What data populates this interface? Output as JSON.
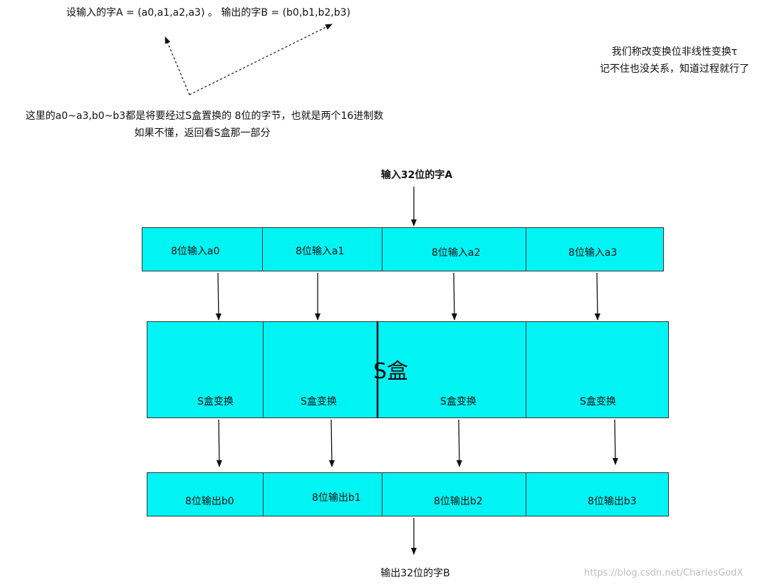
{
  "notes": {
    "def_line": "设输入的字A = (a0,a1,a2,a3) 。 输出的字B = (b0,b1,b2,b3)",
    "explain_1": "这里的a0~a3,b0~b3都是将要经过S盒置换的 8位的字节，也就是两个16进制数",
    "explain_2": "如果不懂，返回看S盒那一部分",
    "tau_1": "我们称改变换位非线性变换τ",
    "tau_2": "记不住也没关系，知道过程就行了"
  },
  "diagram": {
    "input_word": "输入32位的字A",
    "output_word": "输出32位的字B",
    "inputs": [
      "8位输入a0",
      "8位输入a1",
      "8位输入a2",
      "8位输入a3"
    ],
    "sbox_title": "S盒",
    "sbox_cells": [
      "S盒变换",
      "S盒变换",
      "S盒变换",
      "S盒变换"
    ],
    "outputs": [
      "8位输出b0",
      "8位输出b1",
      "8位输出b2",
      "8位输出b3"
    ],
    "fill_color": "#00f4f4"
  },
  "watermark": "https://blog.csdn.net/CharlesGodX"
}
